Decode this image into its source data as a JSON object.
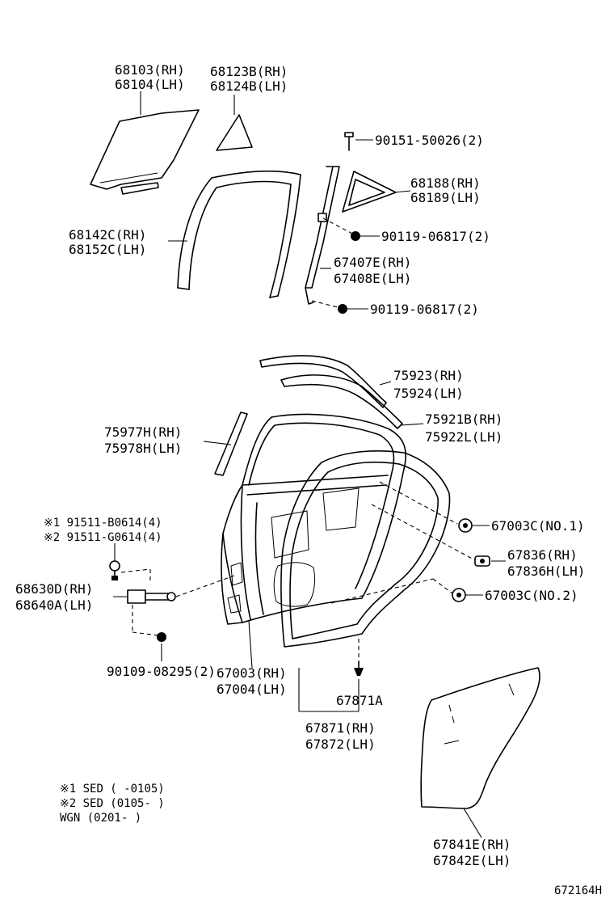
{
  "labels": {
    "glass": [
      "68103(RH)",
      "68104(LH)"
    ],
    "quarter_glass": [
      "68123B(RH)",
      "68124B(LH)"
    ],
    "screw_top": "90151-50026(2)",
    "quarter_window": [
      "68188(RH)",
      "68189(LH)"
    ],
    "run_channel": [
      "68142C(RH)",
      "68152C(LH)"
    ],
    "bolt_mid": "90119-06817(2)",
    "division_bar": [
      "67407E(RH)",
      "67408E(LH)"
    ],
    "bolt_low": "90119-06817(2)",
    "moulding": [
      "75923(RH)",
      "75924(LH)"
    ],
    "belt_moulding": [
      "75921B(RH)",
      "75922L(LH)"
    ],
    "pillar_moulding": [
      "75977H(RH)",
      "75978H(LH)"
    ],
    "stopper_1": "67003C(NO.1)",
    "bolt_note_1": "※1 91511-B0614(4)",
    "bolt_note_2": "※2 91511-G0614(4)",
    "clip": [
      "67836(RH)",
      "67836H(LH)"
    ],
    "check": [
      "68630D(RH)",
      "68640A(LH)"
    ],
    "stopper_2": "67003C(NO.2)",
    "bolt_check": "90109-08295(2)",
    "door_panel": [
      "67003(RH)",
      "67004(LH)"
    ],
    "clip_weather": "67871A",
    "weatherstrip": [
      "67871(RH)",
      "67872(LH)"
    ],
    "notes": [
      "※1 SED (      -0105)",
      "※2 SED (0105-      )",
      "    WGN (0201-      )"
    ],
    "service_hole_cover": [
      "67841E(RH)",
      "67842E(LH)"
    ],
    "figure_id": "672164H"
  }
}
